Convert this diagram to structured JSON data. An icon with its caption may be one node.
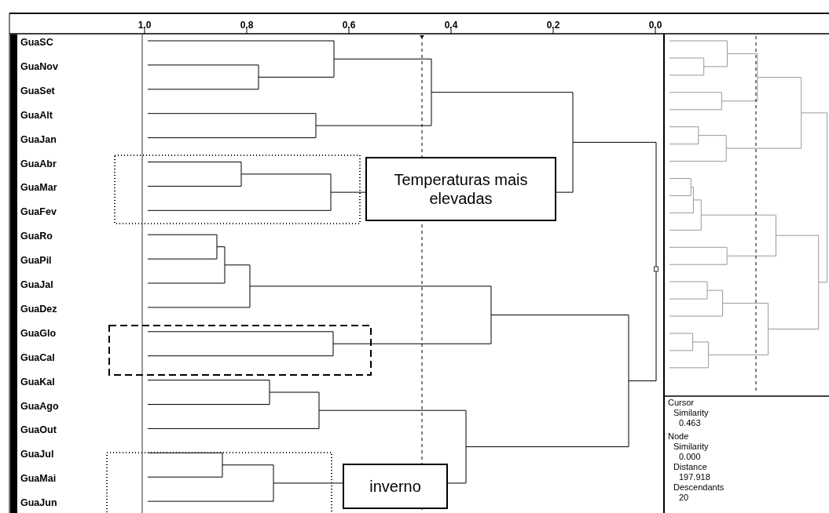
{
  "diagram": {
    "nodes": [
      {
        "text": [
          "Temperaturas mais elevadas"
        ]
      },
      {
        "text": [
          "inverno"
        ]
      }
    ],
    "labels": [
      "1.0",
      "0.8",
      "0.6",
      "0.4",
      "0.2",
      "0.0",
      "GuaSC",
      "GuaNov",
      "GuaSet",
      "GuaAlt",
      "GuaJan",
      "GuaAbr",
      "GuaMar",
      "GuaFev",
      "GuaRo",
      "GuaPil",
      "GuaJal",
      "GuaDez",
      "GuaGlo",
      "GuaCal",
      "GuaKal",
      "GuaAgo",
      "GuaOut",
      "GuaJul",
      "GuaMai",
      "GuaJun",
      "Cursor",
      "Similarity",
      "0.463",
      "Node",
      "Similarity",
      "0.000",
      "Distance",
      "197.918",
      "Descendants",
      "20"
    ]
  }
}
